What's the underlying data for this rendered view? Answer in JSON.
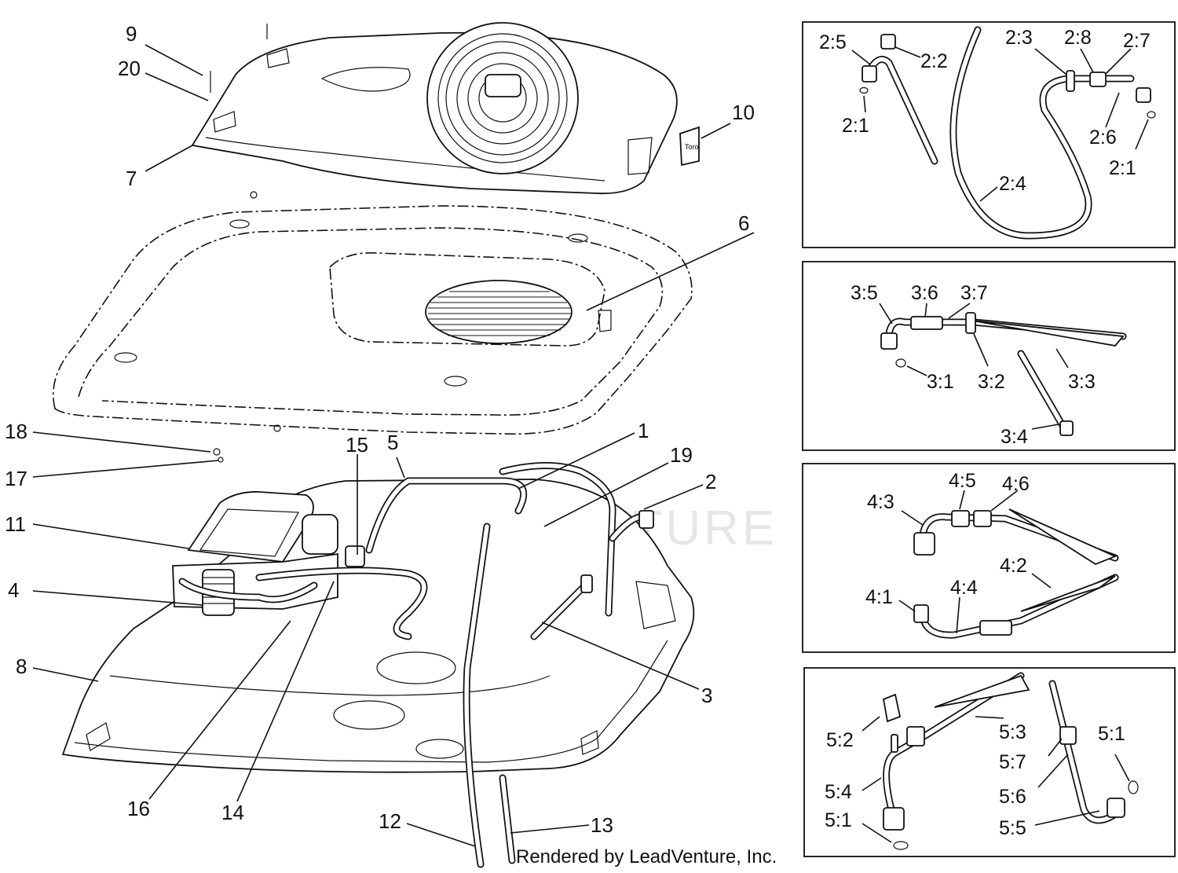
{
  "main_callouts": [
    {
      "id": "c1",
      "text": "1"
    },
    {
      "id": "c2",
      "text": "2"
    },
    {
      "id": "c3",
      "text": "3"
    },
    {
      "id": "c4",
      "text": "4"
    },
    {
      "id": "c5",
      "text": "5"
    },
    {
      "id": "c6",
      "text": "6"
    },
    {
      "id": "c7",
      "text": "7"
    },
    {
      "id": "c8",
      "text": "8"
    },
    {
      "id": "c9",
      "text": "9"
    },
    {
      "id": "c10",
      "text": "10"
    },
    {
      "id": "c11",
      "text": "11"
    },
    {
      "id": "c12",
      "text": "12"
    },
    {
      "id": "c13",
      "text": "13"
    },
    {
      "id": "c14",
      "text": "14"
    },
    {
      "id": "c15",
      "text": "15"
    },
    {
      "id": "c16",
      "text": "16"
    },
    {
      "id": "c17",
      "text": "17"
    },
    {
      "id": "c18",
      "text": "18"
    },
    {
      "id": "c19",
      "text": "19"
    },
    {
      "id": "c20",
      "text": "20"
    }
  ],
  "insets": [
    {
      "id": "inset-2",
      "callouts": [
        "2:5",
        "2:2",
        "2:1",
        "2:4",
        "2:3",
        "2:8",
        "2:7",
        "2:6",
        "2:1"
      ]
    },
    {
      "id": "inset-3",
      "callouts": [
        "3:5",
        "3:6",
        "3:7",
        "3:1",
        "3:2",
        "3:3",
        "3:4"
      ]
    },
    {
      "id": "inset-4",
      "callouts": [
        "4:3",
        "4:5",
        "4:6",
        "4:2",
        "4:1",
        "4:4"
      ]
    },
    {
      "id": "inset-5",
      "callouts": [
        "5:2",
        "5:3",
        "5:1",
        "5:7",
        "5:4",
        "5:6",
        "5:1",
        "5:5"
      ]
    }
  ],
  "watermark": "LEADVENTURE",
  "credit": "Rendered by LeadVenture, Inc."
}
